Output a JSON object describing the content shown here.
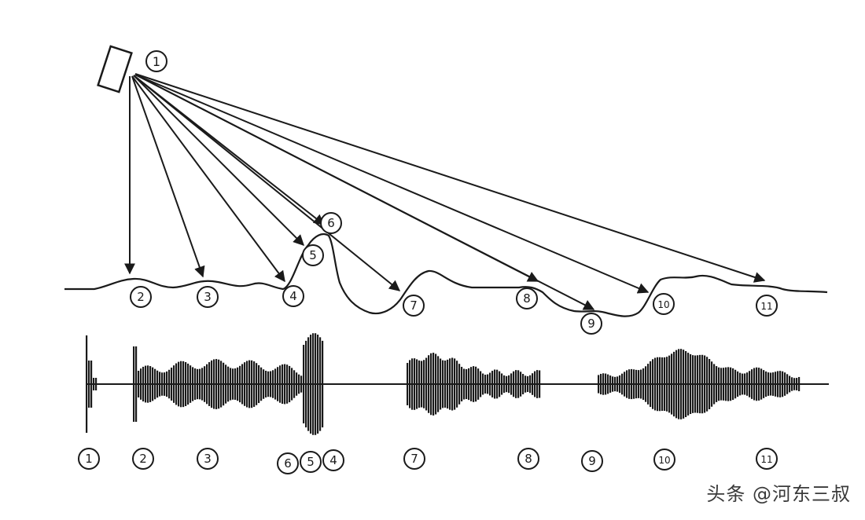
{
  "diagram": {
    "source_label": "1",
    "top_markers": [
      "2",
      "3",
      "4",
      "5",
      "6",
      "7",
      "8",
      "9",
      "10",
      "11"
    ],
    "bottom_markers": [
      "1",
      "2",
      "3",
      "6",
      "5",
      "4",
      "7",
      "8",
      "9",
      "10",
      "11"
    ]
  },
  "watermark": "头条 @河东三叔",
  "colors": {
    "ink": "#1a1a1a",
    "background": "#ffffff"
  }
}
